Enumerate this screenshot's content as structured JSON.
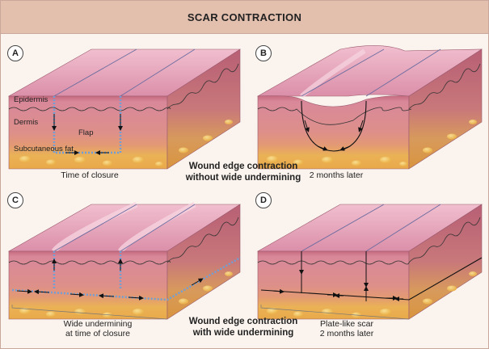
{
  "title": "SCAR CONTRACTION",
  "panels": {
    "a": {
      "letter": "A",
      "caption": "Time of closure"
    },
    "b": {
      "letter": "B",
      "caption": "2 months later"
    },
    "c": {
      "letter": "C",
      "caption_line1": "Wide undermining",
      "caption_line2": "at time of closure"
    },
    "d": {
      "letter": "D",
      "caption_line1": "Plate-like scar",
      "caption_line2": "2 months later"
    }
  },
  "layers": {
    "epidermis": "Epidermis",
    "dermis": "Dermis",
    "flap": "Flap",
    "fat": "Subcutaneous fat"
  },
  "center_labels": {
    "top_line1": "Wound edge contraction",
    "top_line2": "without wide undermining",
    "bottom_line1": "Wound edge contraction",
    "bottom_line2": "with wide undermining"
  },
  "colors": {
    "header_bg": "#e3bfae",
    "skin_top": "#e7a7bd",
    "dermis": "#d88a8a",
    "fat": "#e9b050",
    "wound_line": "#6f9fd6"
  }
}
